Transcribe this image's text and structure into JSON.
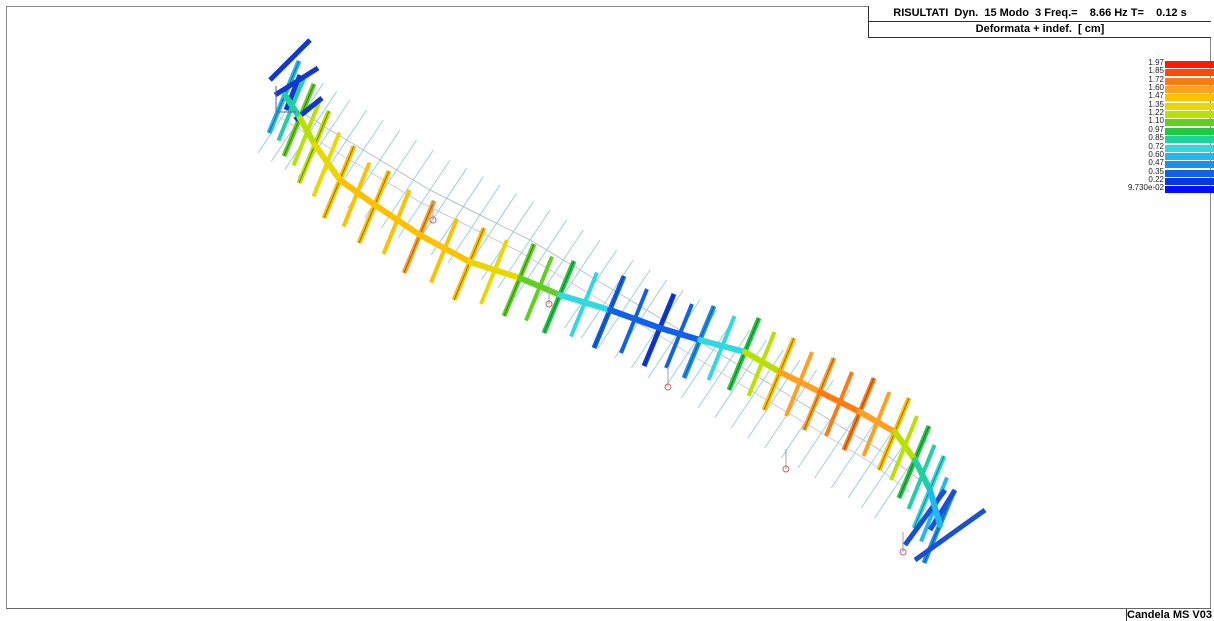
{
  "header": {
    "line1": "RISULTATI  Dyn.  15 Modo  3 Freq.=    8.66 Hz T=    0.12 s",
    "line2": "Deformata + indef.  [ cm]"
  },
  "footer": {
    "label": "Candela MS  V03"
  },
  "legend": {
    "labels": [
      "1.97",
      "1.85",
      "1.72",
      "1.60",
      "1.47",
      "1.35",
      "1.22",
      "1.10",
      "0.97",
      "0.85",
      "0.72",
      "0.60",
      "0.47",
      "0.35",
      "0.22",
      "9.730e-02"
    ],
    "colors": [
      "#ff1a00",
      "#ff4a00",
      "#ff7a10",
      "#ffa020",
      "#ffc000",
      "#e8d800",
      "#b8e000",
      "#60d020",
      "#20c840",
      "#20d0a0",
      "#30d8e0",
      "#20b8f0",
      "#1890f0",
      "#1060e8",
      "#0838e0",
      "#0010f0"
    ]
  }
}
